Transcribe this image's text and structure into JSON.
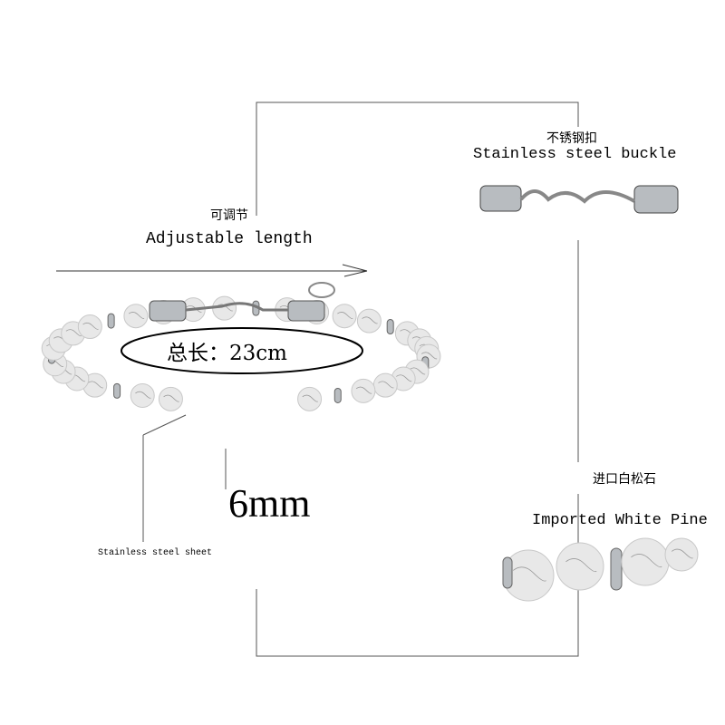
{
  "adjustable": {
    "label_cn": "可调节",
    "label_en": "Adjustable length"
  },
  "buckle": {
    "label_cn": "不锈钢扣",
    "label_en": "Stainless steel buckle"
  },
  "length": {
    "label": "总长：23cm"
  },
  "bead_size": {
    "label": "6mm"
  },
  "spacer": {
    "label": "Stainless steel sheet"
  },
  "stone": {
    "label_cn": "进口白松石",
    "label_en": "Imported White Pine"
  },
  "colors": {
    "bead": "#e8e8e8",
    "vein": "#9a9a9a",
    "steel": "#b8bcc0",
    "line": "#555555"
  }
}
